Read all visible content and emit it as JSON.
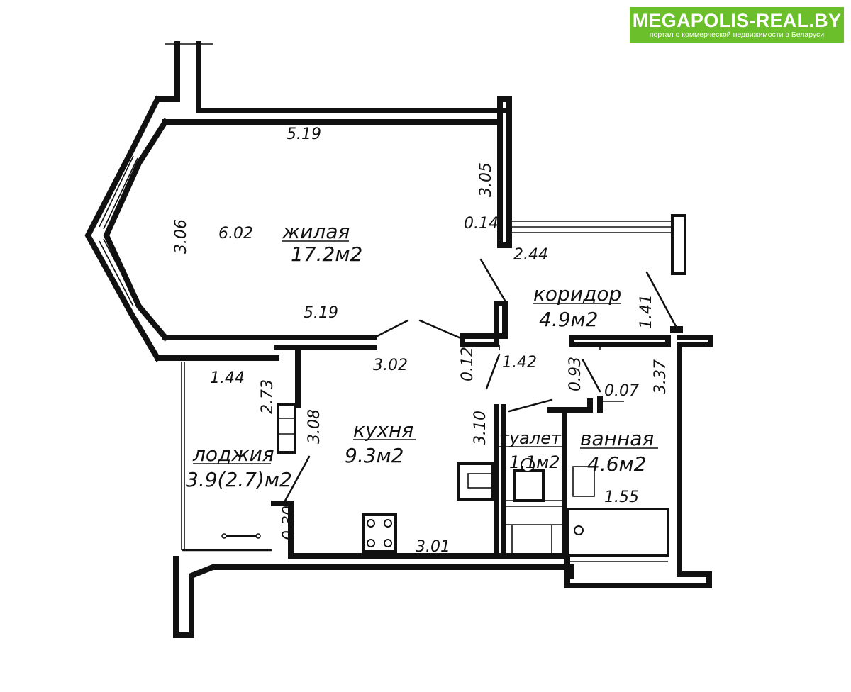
{
  "brand": {
    "title": "MEGAPOLIS-REAL.BY",
    "subtitle": "портал о коммерческой недвижимости в Беларуси",
    "color": "#6bbf2a"
  },
  "rooms": {
    "living": {
      "name": "жилая",
      "area": "17.2м2"
    },
    "corridor": {
      "name": "коридор",
      "area": "4.9м2"
    },
    "kitchen": {
      "name": "кухня",
      "area": "9.3м2"
    },
    "toilet": {
      "name": "туалет",
      "area": "1.1м2"
    },
    "bathroom": {
      "name": "ванная",
      "area": "4.6м2"
    },
    "loggia": {
      "name": "лоджия",
      "area": "3.9(2.7)м2"
    }
  },
  "dimensions": {
    "living_top": "5.19",
    "living_bottom": "5.19",
    "living_left": "3.06",
    "living_depth": "6.02",
    "living_right": "3.05",
    "wall_014": "0.14",
    "corridor_244": "2.44",
    "corridor_141": "1.41",
    "kitchen_302": "3.02",
    "wall_012": "0.12",
    "door_142": "1.42",
    "bath_093": "0.93",
    "bath_007": "0.07",
    "bath_337": "3.37",
    "kitchen_310": "3.10",
    "loggia_144": "1.44",
    "loggia_273": "2.73",
    "kitchen_308": "3.08",
    "wall_030": "0.30",
    "kitchen_301": "3.01",
    "bath_155": "1.55"
  }
}
